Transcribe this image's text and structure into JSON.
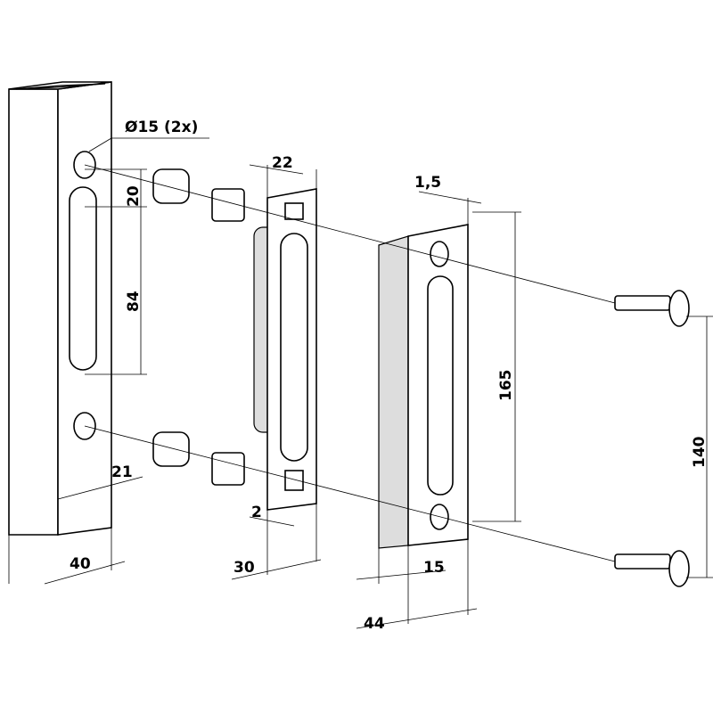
{
  "dimensions": {
    "hole_diameter": "Ø15 (2x)",
    "strike_width": "22",
    "plate_thickness": "1,5",
    "hole_to_slot": "20",
    "slot_length": "84",
    "plate_height": "165",
    "screw_spacing": "140",
    "post_offset": "21",
    "strike_thickness": "2",
    "post_width": "40",
    "strike_depth": "30",
    "plate_inner": "15",
    "plate_depth": "44"
  }
}
